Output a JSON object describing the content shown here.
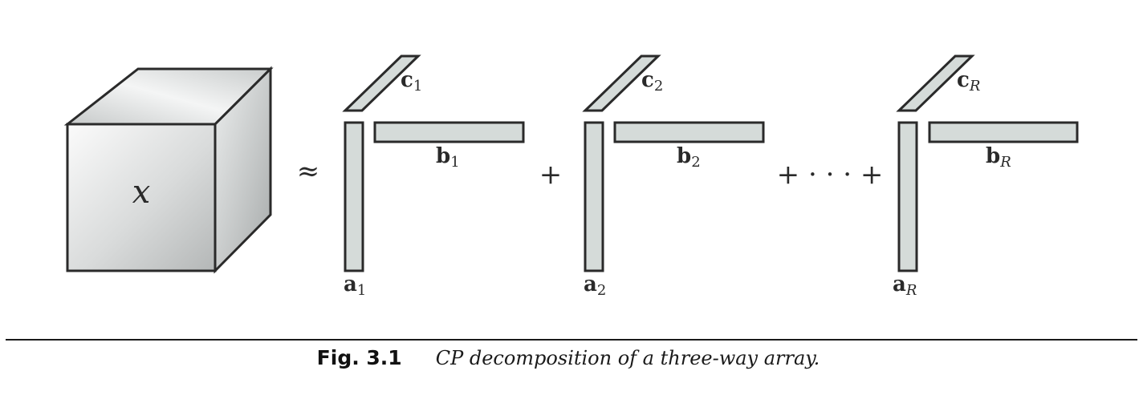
{
  "figure": {
    "tensor_label": "𝑥",
    "approx_symbol": "≈",
    "plus_symbol": "+",
    "plus_dots_symbol": "+ · · · +",
    "components": [
      {
        "a": {
          "base": "a",
          "sub": "1"
        },
        "b": {
          "base": "b",
          "sub": "1"
        },
        "c": {
          "base": "c",
          "sub": "1"
        }
      },
      {
        "a": {
          "base": "a",
          "sub": "2"
        },
        "b": {
          "base": "b",
          "sub": "2"
        },
        "c": {
          "base": "c",
          "sub": "2"
        }
      },
      {
        "a": {
          "base": "a",
          "sub": "R"
        },
        "b": {
          "base": "b",
          "sub": "R"
        },
        "c": {
          "base": "c",
          "sub": "R"
        }
      }
    ],
    "colors": {
      "bar_fill": "#d5dbd9",
      "outline": "#2a2a2a",
      "cube_light": "#ffffff",
      "cube_dark": "#a9adad"
    }
  },
  "caption": {
    "label": "Fig. 3.1",
    "text": "CP decomposition of a three-way array."
  }
}
